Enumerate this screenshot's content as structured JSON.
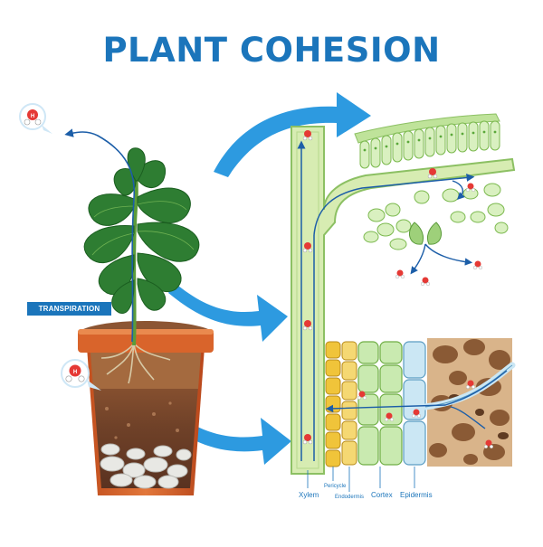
{
  "title": "PLANT COHESION",
  "transpiration_label": "TRANSPIRATION",
  "tissue_labels": {
    "xylem": "Xylem",
    "pericycle": "Pericycle",
    "endodermis": "Endodermis",
    "cortex": "Cortex",
    "epidermis": "Epidermis"
  },
  "water_molecule_label": "H",
  "colors": {
    "title_blue": "#1b75bb",
    "arrow_blue": "#2d9ae0",
    "flow_blue": "#1c5ea8",
    "xylem_green": "#d7ecb2",
    "leaf_green": "#2e8b3a",
    "pot_orange": "#d9642b",
    "soil_brown": "#7b4a2c",
    "endodermis_yellow": "#f0c43a",
    "epidermis_blue": "#cbe7f4"
  },
  "icons": [
    "water-molecule-icon",
    "curved-arrow-icon",
    "plant-icon",
    "flower-pot-icon"
  ]
}
